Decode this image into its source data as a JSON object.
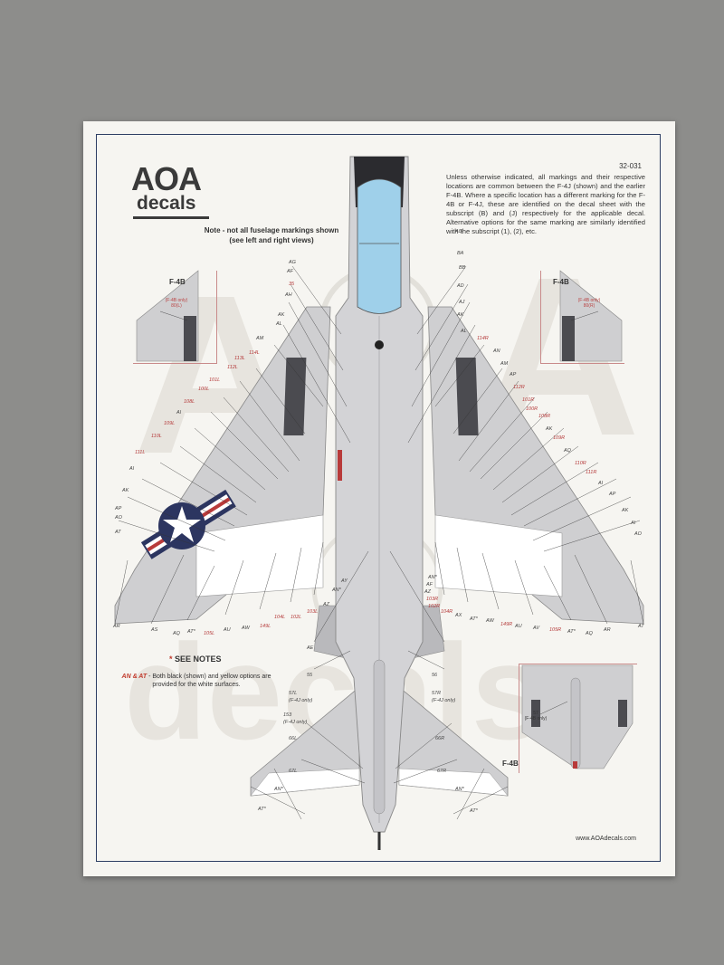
{
  "brand": {
    "name": "AOA",
    "subtitle": "decals"
  },
  "sheet_code": "32-031",
  "intro_text": "Unless otherwise indicated, all markings and their respective locations are common between the F-4J (shown) and the earlier F-4B. Where a specific location has a different marking for the F-4B or F-4J, these are identified on the decal sheet with the subscript (B) and (J) respectively for the applicable decal. Alternative options for the same marking are similarly identified with the subscript (1), (2), etc.",
  "note": {
    "line1": "Note - not all fuselage markings shown",
    "line2": "(see left and right views)"
  },
  "insets": {
    "left": {
      "title": "F-4B",
      "sub1": "(F-4B only)",
      "sub2": "80(L)"
    },
    "right": {
      "title": "F-4B",
      "sub1": "(F-4B only)",
      "sub2": "80(R)"
    },
    "bottom": {
      "title": "F-4B",
      "sub1": "57",
      "sub2": "(F-4B only)"
    }
  },
  "see_notes": {
    "star": "*",
    "text": "SEE NOTES"
  },
  "options_note": {
    "codes": "AN & AT",
    "text": " - Both black (shown) and yellow options are provided for the white surfaces."
  },
  "website": "www.AOAdecals.com",
  "watermark": {
    "a1": "A",
    "a2": "A",
    "d": "decals"
  },
  "colors": {
    "frame": "#2d3e63",
    "insignia_blue": "#2c3560",
    "insignia_red": "#b83a3a",
    "canopy": "#9fd0ea",
    "aircraft_gray": "#c9c9cb"
  },
  "callouts": {
    "left_wing": [
      "AG",
      "AF",
      "35",
      "AH",
      "AK",
      "AL",
      "AM",
      "114L",
      "113L",
      "112L",
      "101L",
      "100L",
      "108L",
      "AI",
      "109L",
      "110L",
      "111L",
      "AI",
      "AK",
      "AP",
      "AO",
      "AT",
      "AR",
      "AS",
      "AQ",
      "AT*",
      "105L",
      "AU",
      "AW",
      "149L",
      "104L",
      "102L",
      "103L",
      "AZ",
      "AN*",
      "AY"
    ],
    "right_wing": [
      "AG",
      "BA",
      "BB",
      "AD",
      "AJ",
      "AK",
      "AL",
      "114R",
      "AN",
      "AM",
      "AP",
      "112R",
      "101R",
      "100R",
      "108R",
      "AK",
      "109R",
      "AQ",
      "110R",
      "111R",
      "AI",
      "AP",
      "AK",
      "AI",
      "AO",
      "AT",
      "AR",
      "AQ",
      "AT*",
      "105R",
      "AV",
      "AU",
      "149R",
      "AW",
      "AT*",
      "AX",
      "104R",
      "102R",
      "103R",
      "AZ",
      "AF",
      "AN*"
    ],
    "fuselage": [
      "AE",
      "55",
      "56",
      "57L",
      "(F-4J only)",
      "57R",
      "(F-4J only)",
      "153",
      "(F-4J only)",
      "66L",
      "66R",
      "67L",
      "67R",
      "AN*",
      "AN*",
      "AT*",
      "AT*"
    ]
  }
}
